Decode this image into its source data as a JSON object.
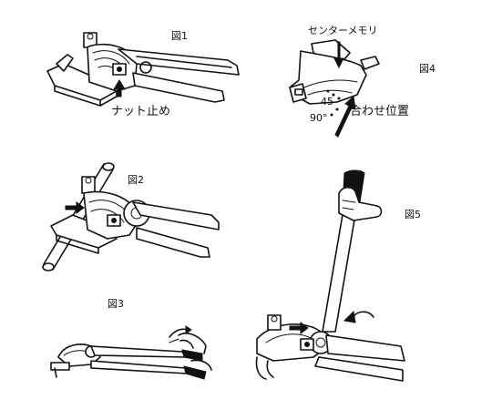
{
  "figures": {
    "fig1": {
      "label": "図1",
      "annotation": "ナット止め"
    },
    "fig2": {
      "label": "図2"
    },
    "fig3": {
      "label": "図3"
    },
    "fig4": {
      "label": "図4",
      "annotation_top": "センターメモリ",
      "annotation_right": "合わせ位置",
      "angle_45": "45",
      "angle_90": "90°"
    },
    "fig5": {
      "label": "図5"
    }
  }
}
